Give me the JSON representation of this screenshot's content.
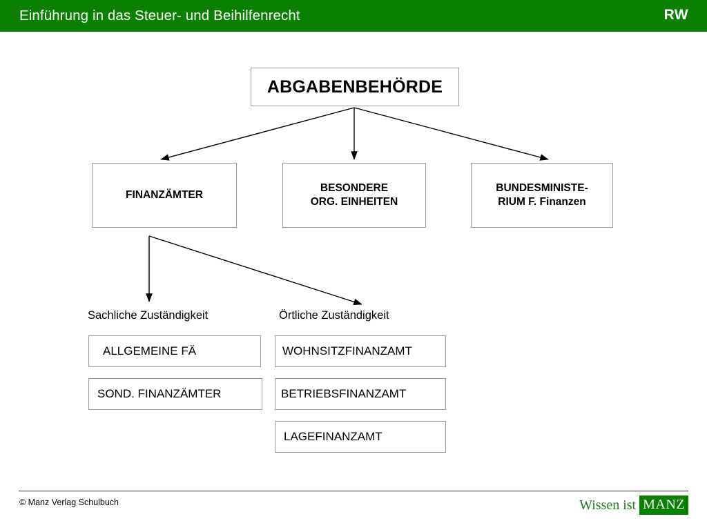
{
  "header": {
    "title": "Einführung in das Steuer- und Beihilfenrecht",
    "badge": "RW",
    "background_color": "#0a8000",
    "text_color": "#ffffff"
  },
  "diagram": {
    "root": {
      "label": "ABGABENBEHÖRDE"
    },
    "level2": [
      {
        "label": "FINANZÄMTER"
      },
      {
        "label": "BESONDERE\nORG. EINHEITEN",
        "line1": "BESONDERE",
        "line2": "ORG. EINHEITEN"
      },
      {
        "label": "BUNDESMINISTE-\nRIUM F. Finanzen",
        "line1": "BUNDESMINISTE-",
        "line2": "RIUM F. Finanzen"
      }
    ],
    "captions": {
      "sachlich": "Sachliche Zuständigkeit",
      "oertlich": "Örtliche Zuständigkeit"
    },
    "sachliche_items": [
      {
        "label": "ALLGEMEINE FÄ"
      },
      {
        "label": "SOND. FINANZÄMTER"
      }
    ],
    "oertliche_items": [
      {
        "label": "WOHNSITZFINANZAMT"
      },
      {
        "label": "BETRIEBSFINANZAMT"
      },
      {
        "label": "LAGEFINANZAMT"
      }
    ],
    "box_border_color": "#9a9a9a",
    "connector_color": "#000000"
  },
  "footer": {
    "copyright": "© Manz Verlag Schulbuch",
    "logo_text": "Wissen ist",
    "logo_mark": "MANZ",
    "logo_color": "#1d7a1d",
    "logo_mark_background": "#0a8000"
  }
}
